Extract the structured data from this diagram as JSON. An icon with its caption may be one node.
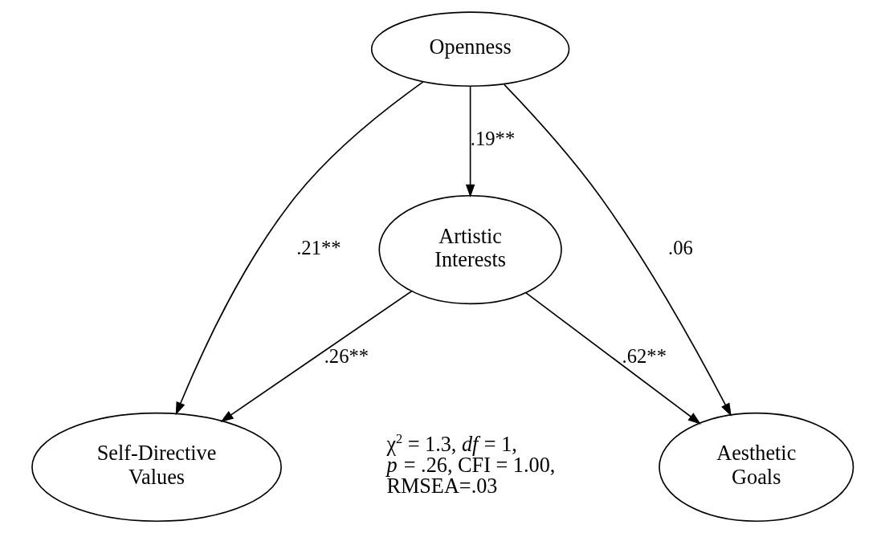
{
  "diagram": {
    "nodes": [
      {
        "text": [
          "Openness"
        ]
      },
      {
        "text": [
          "Self-Directive Values"
        ]
      },
      {
        "text": [
          "Aesthetic Goals"
        ]
      },
      {
        "text": [
          "Artistic Interests"
        ]
      }
    ],
    "edges": [
      {
        "from": 0,
        "to": 3,
        "arrow": "to",
        "label": ".19**"
      },
      {
        "from": 0,
        "to": 1,
        "arrow": "to",
        "label": ".21**"
      },
      {
        "from": 0,
        "to": 2,
        "arrow": "to",
        "label": ".06"
      },
      {
        "from": 3,
        "to": 1,
        "arrow": "to",
        "label": ".26**"
      },
      {
        "from": 3,
        "to": 2,
        "arrow": "to",
        "label": ".62**"
      }
    ],
    "labels": [
      "χ$^{2}$ = 1.3, *df* = 1, *p* = .26, CFI = 1.00, RMSEA=.03"
    ]
  }
}
